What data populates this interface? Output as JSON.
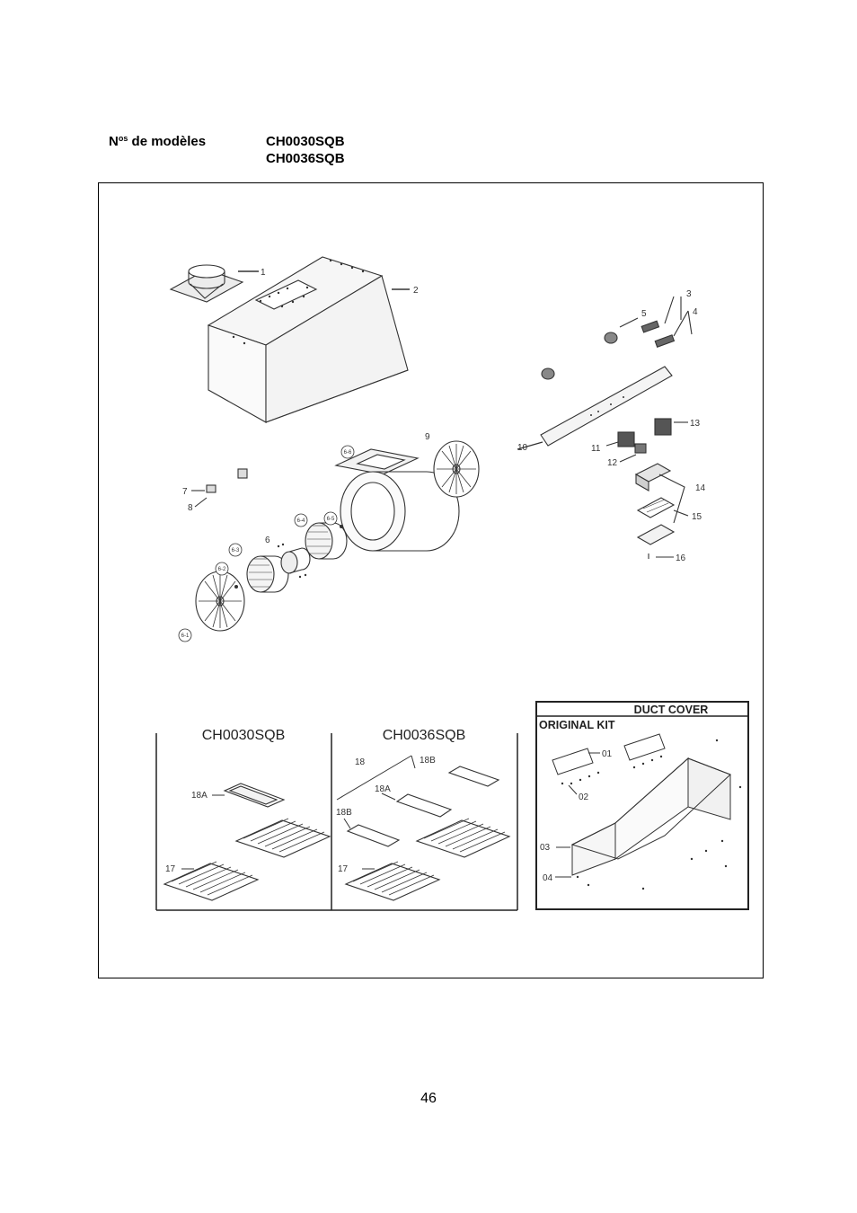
{
  "header": {
    "label_main": "N",
    "label_sup": "os",
    "label_tail": " de modèles",
    "models": [
      "CH0030SQB",
      "CH0036SQB"
    ]
  },
  "diagram": {
    "callouts": {
      "c1": "1",
      "c2": "2",
      "c3": "3",
      "c4": "4",
      "c5": "5",
      "c6": "6",
      "c7": "7",
      "c8": "8",
      "c9": "9",
      "c10": "10",
      "c11": "11",
      "c12": "12",
      "c13": "13",
      "c14": "14",
      "c15": "15",
      "c16": "16",
      "c61": "6-1",
      "c62": "6-2",
      "c63": "6-3",
      "c64": "6-4",
      "c65": "6-5",
      "c66": "6-6"
    },
    "panel_a_title": "CH0030SQB",
    "panel_b_title": "CH0036SQB",
    "panel_a": {
      "c18a": "18A",
      "c17": "17"
    },
    "panel_b": {
      "c18": "18",
      "c18b_top": "18B",
      "c18a": "18A",
      "c18b": "18B",
      "c17": "17"
    },
    "duct": {
      "title": "DUCT COVER",
      "subtitle": "ORIGINAL KIT",
      "c01": "01",
      "c02": "02",
      "c03": "03",
      "c04": "04"
    }
  },
  "page_number": "46"
}
